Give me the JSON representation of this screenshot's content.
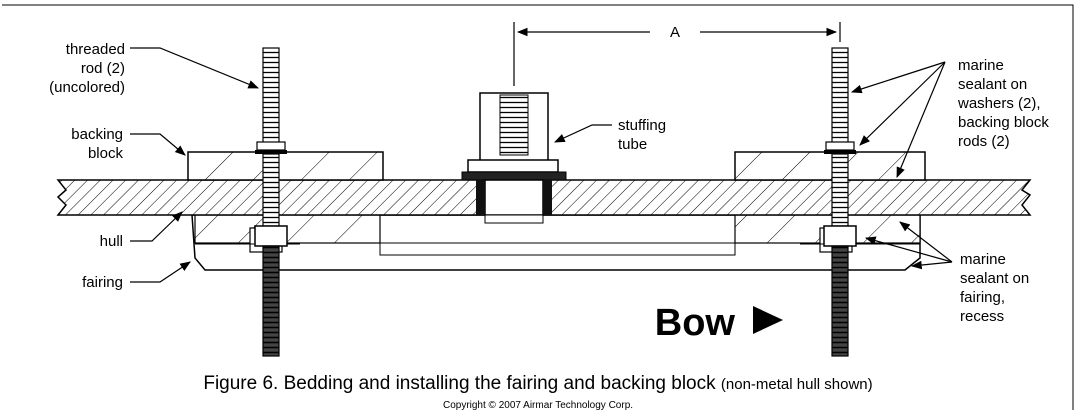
{
  "dimension_label": "A",
  "labels": {
    "threaded_rod": [
      "threaded",
      "rod (2)",
      "(uncolored)"
    ],
    "backing_block": [
      "backing",
      "block"
    ],
    "hull": "hull",
    "fairing": "fairing",
    "stuffing_tube": [
      "stuffing",
      "tube"
    ],
    "sealant_washers": [
      "marine",
      "sealant on",
      "washers (2),",
      "backing block",
      "rods (2)"
    ],
    "sealant_fairing": [
      "marine",
      "sealant on",
      "fairing,",
      "recess"
    ]
  },
  "bow_label": "Bow",
  "caption": {
    "main": "Figure 6. Bedding and installing the fairing and backing block",
    "note": "(non-metal hull shown)"
  },
  "copyright": "Copyright © 2007 Airmar Technology Corp."
}
